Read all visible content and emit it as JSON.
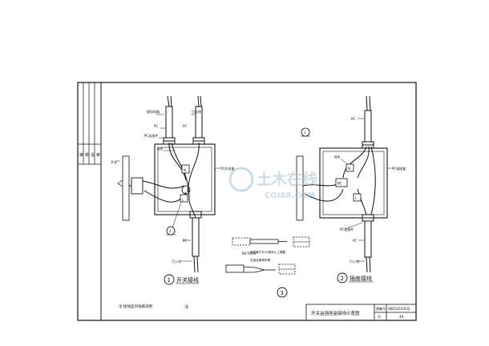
{
  "sheet": {
    "side_labels": [
      "审",
      "校",
      "设",
      "审"
    ],
    "bottom_note": "注:接线盒内线路说明",
    "bottom_note_mark": "③",
    "title_block": {
      "title": "开关盒插座盒接线示意图",
      "code_label": "图集号",
      "code_value": "98D301/0502",
      "page_label": "页",
      "page_value": "48"
    }
  },
  "left_diagram": {
    "label_incoming_line": "接用电器",
    "label_outgoing_line": "引出线",
    "label_pc_left": "PC",
    "label_pc_right": "PC",
    "label_pc_connector": "PC连接件",
    "label_jumper": "接地",
    "label_switch_box": "PC开关盒",
    "label_switch": "开关",
    "label_n": "N",
    "label_l": "L",
    "label_ground_mark": "2",
    "label_pc_bottom": "PC",
    "label_lead_in": "引入线",
    "caption_number": "1",
    "caption": "开关接线"
  },
  "right_diagram": {
    "label_ground_mark": "1",
    "label_pc_top": "PC",
    "label_jumper": "接地",
    "label_socket_box": "PC插座盒",
    "label_n": "N",
    "label_pe": "PE",
    "label_l": "L",
    "label_pc_connector": "PC连接件",
    "label_pc_bottom": "PC",
    "label_lead_in": "引入线",
    "caption_number": "2",
    "caption": "插座接线"
  },
  "middle_detail": {
    "label_bv": "BV-500V",
    "label_note1": "接线端子长10毫米以上裸露",
    "label_note2": "压接或锡焊处理",
    "caption_number": "3"
  },
  "watermark": {
    "brand": "土木在线",
    "url": "COI88.COM"
  }
}
